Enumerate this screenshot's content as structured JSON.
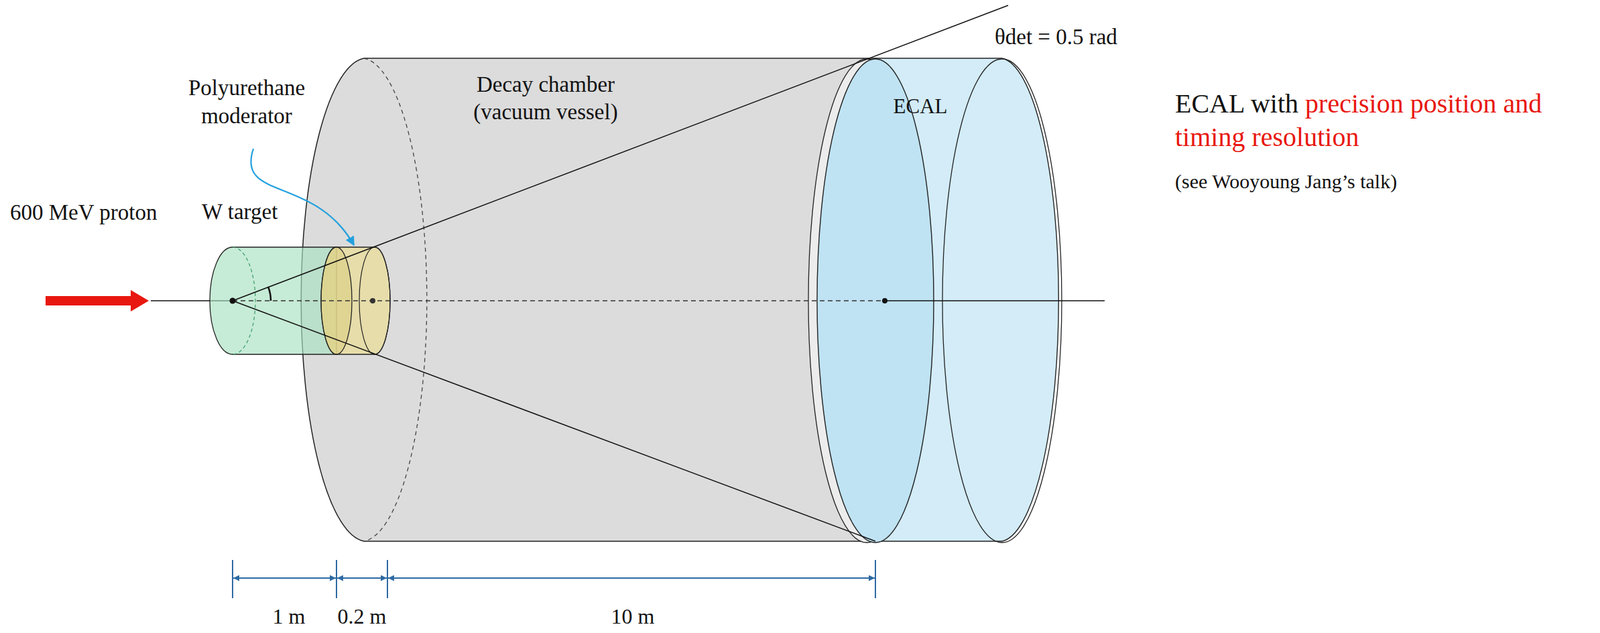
{
  "diagram": {
    "nodes": [
      {
        "text": [
          "W target"
        ]
      },
      {
        "text": [
          "Decay chamber (vacuum vessel)"
        ]
      },
      {
        "text": [
          "ECAL"
        ]
      }
    ],
    "labels": [
      "600 MeV proton",
      "Polyurethane moderator",
      "θdet = 0.5 rad",
      "ECAL with",
      "precision position and timing resolution",
      "(see Wooyoung Jang’s talk)",
      "1 m",
      "0.2 m",
      "10 m"
    ]
  }
}
